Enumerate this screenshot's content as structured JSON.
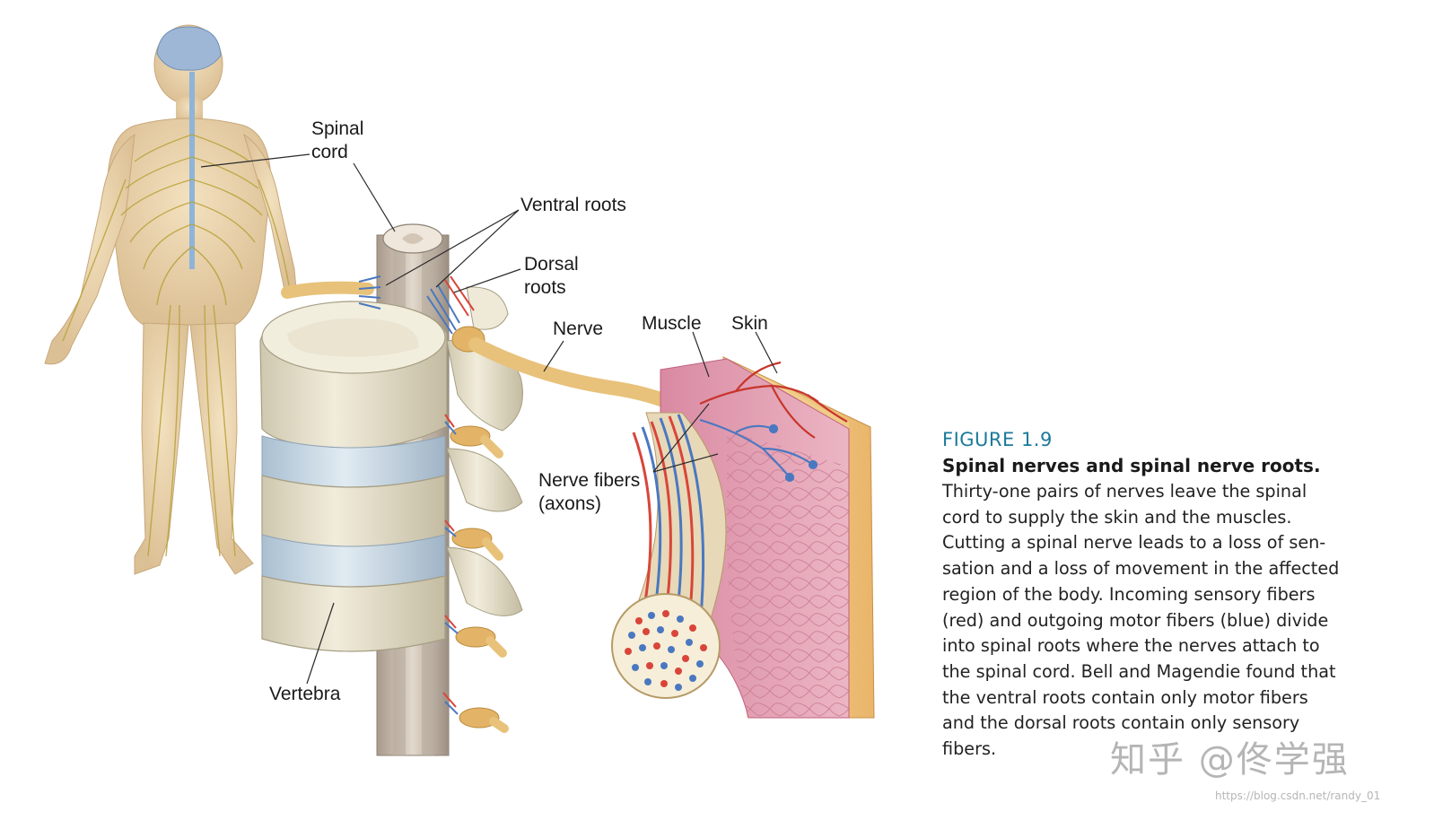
{
  "labels": {
    "spinal_cord_1": "Spinal",
    "spinal_cord_2": "cord",
    "ventral_roots": "Ventral roots",
    "dorsal_roots_1": "Dorsal",
    "dorsal_roots_2": "roots",
    "nerve": "Nerve",
    "muscle": "Muscle",
    "skin": "Skin",
    "nerve_fibers_1": "Nerve fibers",
    "nerve_fibers_2": "(axons)",
    "vertebra": "Vertebra"
  },
  "caption": {
    "figure_number": "FIGURE 1.9",
    "title": "Spinal nerves and spinal nerve roots.",
    "body": "Thirty-one pairs of nerves leave the spinal\ncord to supply the skin and the muscles.\nCutting a spinal nerve leads to a loss of sen-\nsation and a loss of movement in the affected\nregion of the body. Incoming sensory fibers\n(red) and outgoing motor fibers (blue) divide\ninto spinal roots where the nerves attach to\nthe spinal cord. Bell and Magendie found that\nthe ventral roots contain only motor fibers\nand the dorsal roots contain only sensory\nfibers."
  },
  "watermark": {
    "zhihu": "知乎 @佟学强",
    "url": "https://blog.csdn.net/randy_01"
  },
  "colors": {
    "caption_figure_number": "#1a7a9a",
    "sensory_fibers": "#d9453a",
    "motor_fibers": "#4a78c0",
    "nerve": "#e8c27a",
    "bone": "#e9e4d2",
    "disc": "#c9d8e4",
    "muscle": "#e3a3b6",
    "skin": "#f1cf8a"
  }
}
